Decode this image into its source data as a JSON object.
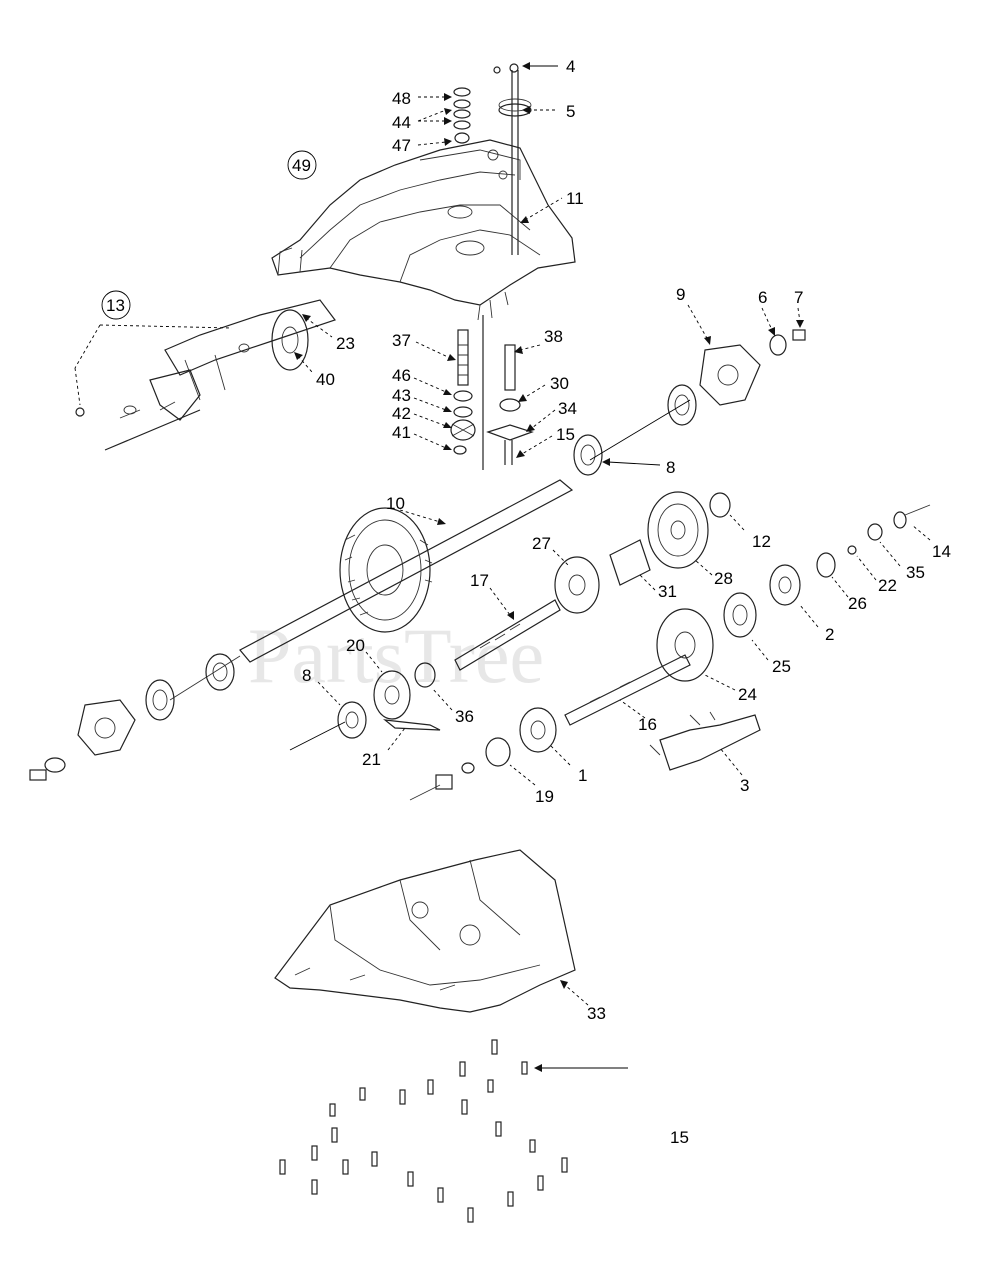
{
  "watermark": "PartsTree",
  "labels": {
    "l1": "1",
    "l2": "2",
    "l3": "3",
    "l4": "4",
    "l5": "5",
    "l6": "6",
    "l7": "7",
    "l8a": "8",
    "l8b": "8",
    "l9": "9",
    "l10": "10",
    "l11": "11",
    "l12": "12",
    "l13": "13",
    "l14": "14",
    "l15a": "15",
    "l15b": "15",
    "l16": "16",
    "l17": "17",
    "l19": "19",
    "l20": "20",
    "l21": "21",
    "l22": "22",
    "l23": "23",
    "l24": "24",
    "l25": "25",
    "l26": "26",
    "l27": "27",
    "l28": "28",
    "l30": "30",
    "l31": "31",
    "l33": "33",
    "l34": "34",
    "l35": "35",
    "l36": "36",
    "l37": "37",
    "l38": "38",
    "l40": "40",
    "l41": "41",
    "l42": "42",
    "l43": "43",
    "l44": "44",
    "l46": "46",
    "l47": "47",
    "l48": "48",
    "l49": "49"
  }
}
